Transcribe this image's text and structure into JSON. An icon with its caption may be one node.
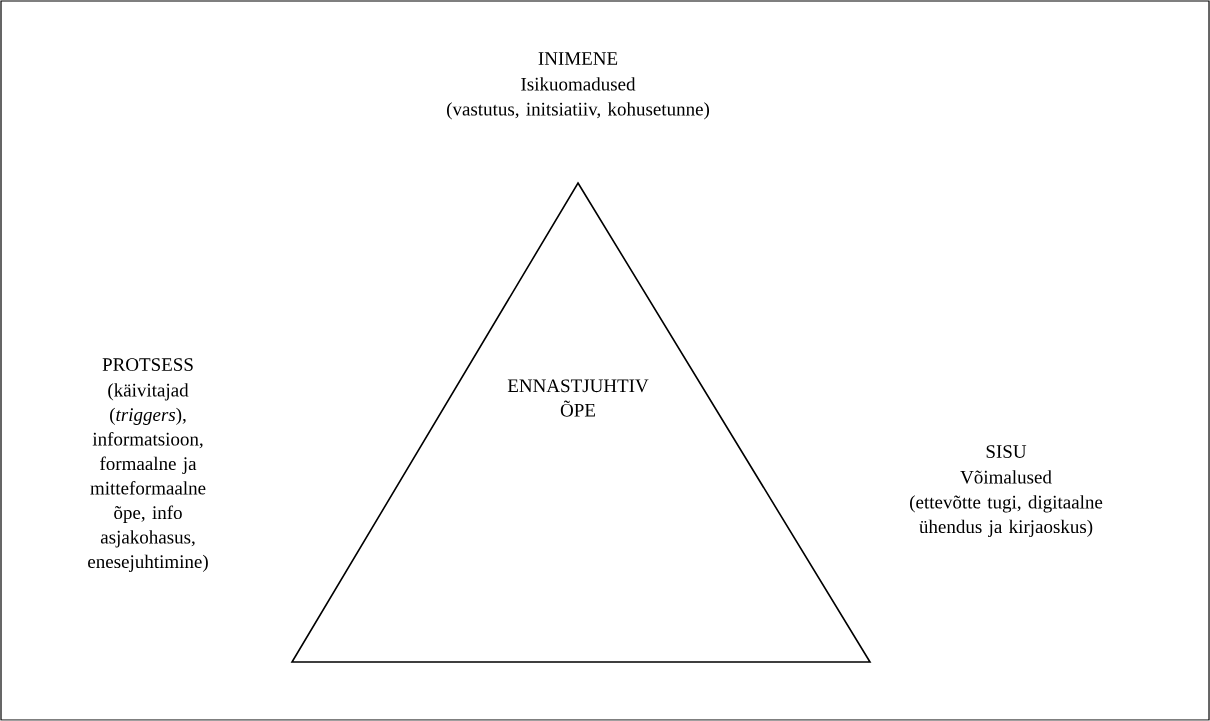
{
  "diagram": {
    "nodes": [
      {
        "text": [
          "ENNASTJUHTIV ÕPE"
        ]
      }
    ],
    "labels": [
      "INIMENE",
      "Isikuomadused",
      "(vastutus, initsiatiiv, kohusetunne)",
      "PROTSESS",
      "(käivitajad (*triggers*), informatsioon, formaalne ja mitteformaalne õpe, info asjakohasus, enesejuhtimine)",
      "SISU",
      "Võimalused",
      "(ettevõtte tugi, digitaalne ühendus ja kirjaoskus)"
    ]
  }
}
